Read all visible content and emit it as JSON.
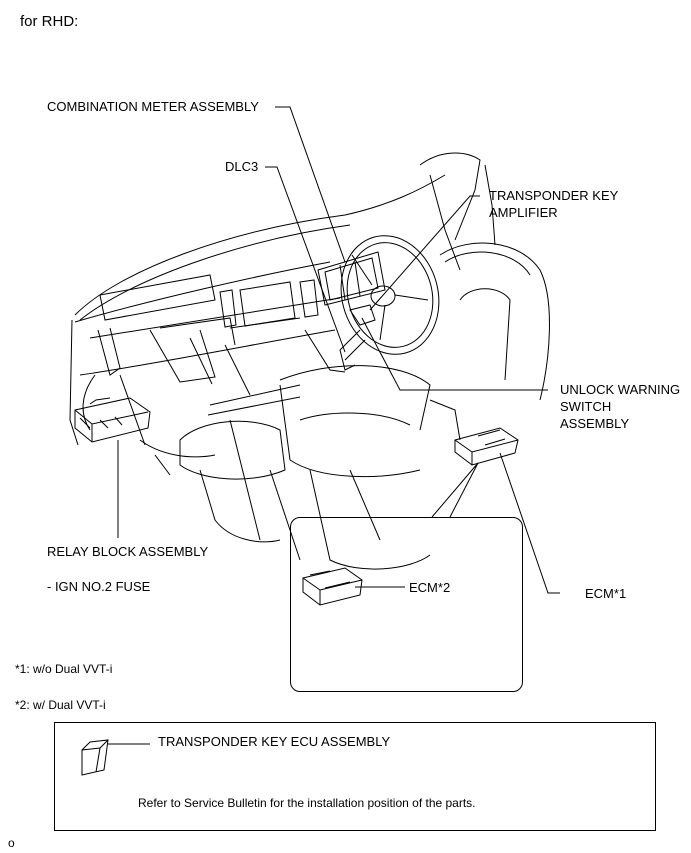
{
  "header": {
    "title": "for RHD:"
  },
  "labels": {
    "combination_meter": "COMBINATION METER ASSEMBLY",
    "dlc3": "DLC3",
    "transponder_amp_line1": "TRANSPONDER KEY",
    "transponder_amp_line2": "AMPLIFIER",
    "unlock_switch_line1": "UNLOCK WARNING",
    "unlock_switch_line2": "SWITCH",
    "unlock_switch_line3": "ASSEMBLY",
    "relay_block": "RELAY BLOCK ASSEMBLY",
    "ign_fuse": "- IGN NO.2 FUSE",
    "ecm2": "ECM*2",
    "ecm1": "ECM*1"
  },
  "notes": {
    "note1": "*1: w/o Dual VVT-i",
    "note2": "*2: w/ Dual VVT-i"
  },
  "legend": {
    "title": "TRANSPONDER KEY ECU ASSEMBLY",
    "description": "Refer to Service Bulletin for the installation position of the parts."
  },
  "footer": {
    "code": "o"
  }
}
